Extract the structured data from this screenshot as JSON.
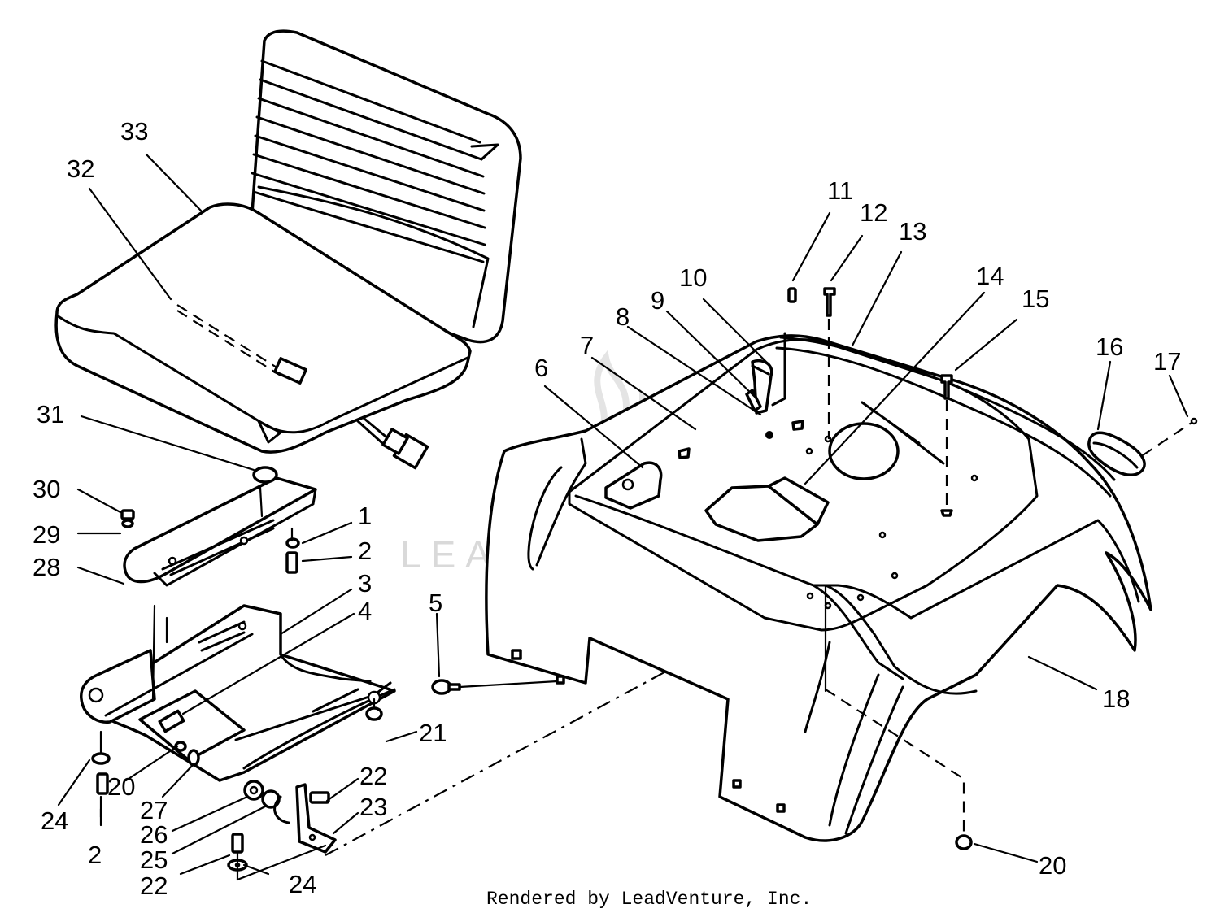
{
  "watermark": "LEADVENTURE",
  "credit": "Rendered by LeadVenture, Inc.",
  "callouts": {
    "c1": "1",
    "c2a": "2",
    "c2b": "2",
    "c3": "3",
    "c4": "4",
    "c5": "5",
    "c6": "6",
    "c7": "7",
    "c8": "8",
    "c9": "9",
    "c10": "10",
    "c11": "11",
    "c12": "12",
    "c13": "13",
    "c14": "14",
    "c15": "15",
    "c16": "16",
    "c17": "17",
    "c18": "18",
    "c20a": "20",
    "c20b": "20",
    "c21": "21",
    "c22a": "22",
    "c22b": "22",
    "c23": "23",
    "c24a": "24",
    "c24b": "24",
    "c25": "25",
    "c26": "26",
    "c27": "27",
    "c28": "28",
    "c29": "29",
    "c30": "30",
    "c31": "31",
    "c32": "32",
    "c33": "33"
  }
}
